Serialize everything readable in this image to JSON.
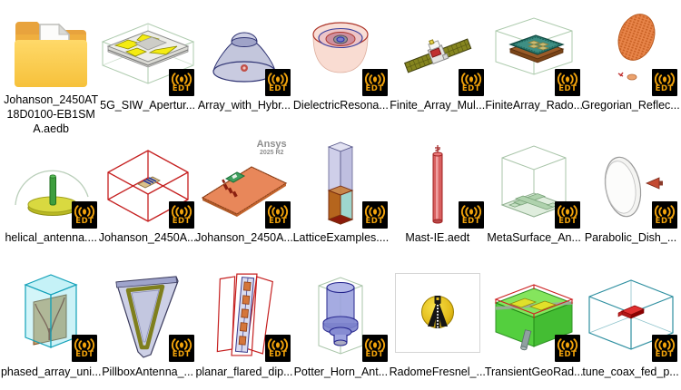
{
  "badge": {
    "label": "EDT",
    "bg": "#000000",
    "gold": "#F2A30B"
  },
  "watermark": {
    "line1": "Ansys",
    "line2": "2025 R2"
  },
  "items": [
    {
      "label": "Johanson_2450AT18D0100-EB1SMA.aedb"
    },
    {
      "label": "5G_SIW_Apertur..."
    },
    {
      "label": "Array_with_Hybr..."
    },
    {
      "label": "DielectricResona..."
    },
    {
      "label": "Finite_Array_Mul..."
    },
    {
      "label": "FiniteArray_Rado..."
    },
    {
      "label": "Gregorian_Reflec..."
    },
    {
      "label": "helical_antenna...."
    },
    {
      "label": "Johanson_2450A..."
    },
    {
      "label": "Johanson_2450A..."
    },
    {
      "label": "LatticeExamples...."
    },
    {
      "label": "Mast-IE.aedt"
    },
    {
      "label": "MetaSurface_An..."
    },
    {
      "label": "Parabolic_Dish_..."
    },
    {
      "label": "phased_array_uni..."
    },
    {
      "label": "PillboxAntenna_..."
    },
    {
      "label": "planar_flared_dip..."
    },
    {
      "label": "Potter_Horn_Ant..."
    },
    {
      "label": "RadomeFresnel_..."
    },
    {
      "label": "TransientGeoRad..."
    },
    {
      "label": "tune_coax_fed_p..."
    }
  ]
}
